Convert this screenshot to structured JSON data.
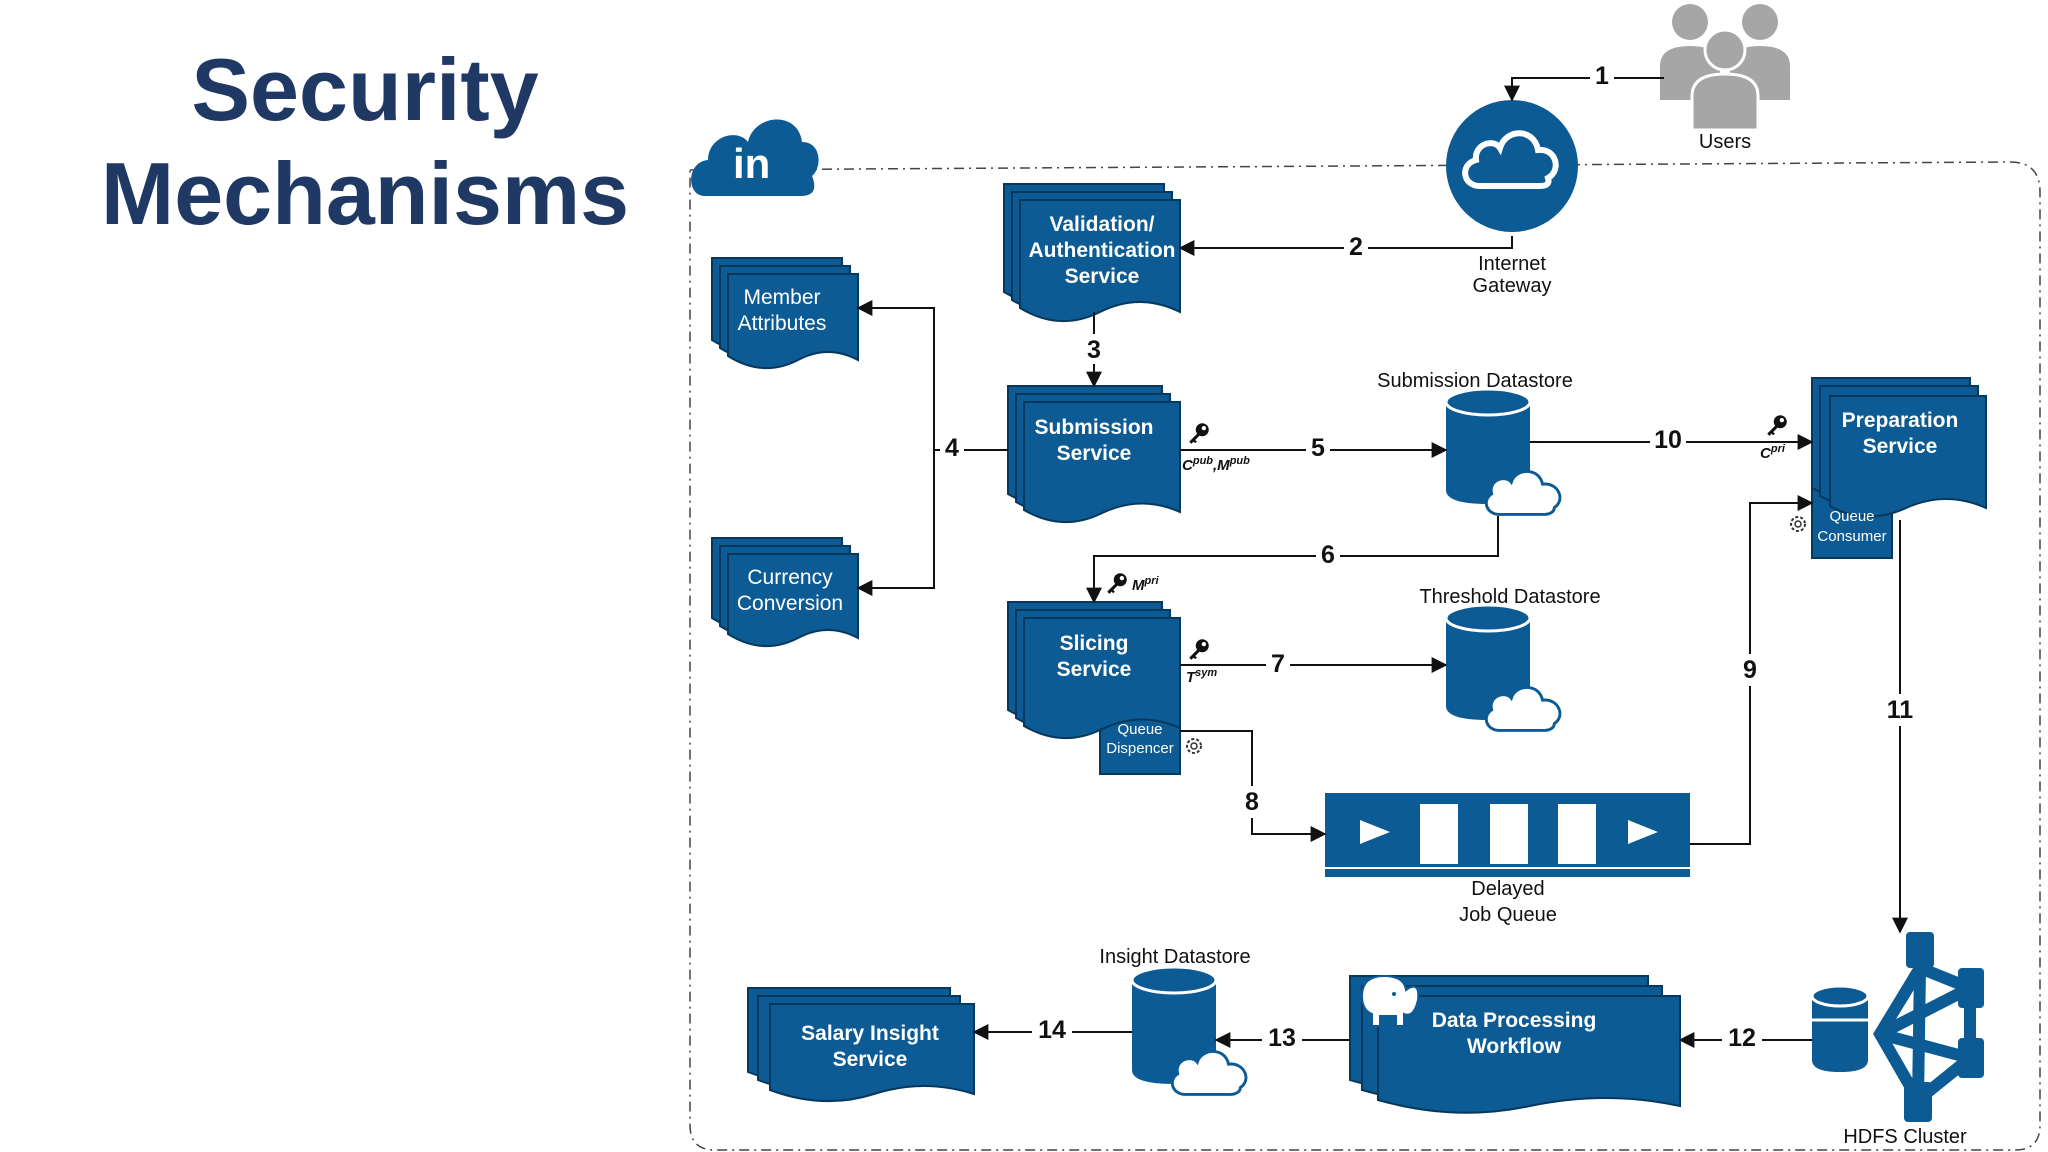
{
  "title_line1": "Security",
  "title_line2": "Mechanisms",
  "nodes": {
    "users": "Users",
    "gateway": [
      "Internet",
      "Gateway"
    ],
    "validation": [
      "Validation/",
      "Authentication",
      "Service"
    ],
    "member": [
      "Member",
      "Attributes"
    ],
    "currency": [
      "Currency",
      "Conversion"
    ],
    "submission": [
      "Submission",
      "Service"
    ],
    "submission_ds": "Submission Datastore",
    "preparation": [
      "Preparation",
      "Service"
    ],
    "queue_consumer": [
      "Queue",
      "Consumer"
    ],
    "slicing": [
      "Slicing",
      "Service"
    ],
    "queue_dispencer": [
      "Queue",
      "Dispencer"
    ],
    "threshold_ds": "Threshold Datastore",
    "delayed_queue": [
      "Delayed",
      "Job Queue"
    ],
    "insight_ds": "Insight Datastore",
    "salary": [
      "Salary Insight",
      "Service"
    ],
    "dataproc": [
      "Data Processing",
      "Workflow"
    ],
    "hdfs": "HDFS Cluster"
  },
  "keys": {
    "cpub_mpub": "C",
    "cpub_sup": "pub",
    "mpub": ",M",
    "mpub_sup": "pub",
    "cpri": "C",
    "cpri_sup": "pri",
    "mpri": "M",
    "mpri_sup": "pri",
    "tsym": "T",
    "tsym_sup": "sym"
  },
  "steps": [
    "1",
    "2",
    "3",
    "4",
    "5",
    "6",
    "7",
    "8",
    "9",
    "10",
    "11",
    "12",
    "13",
    "14"
  ],
  "colors": {
    "primary": "#0c5b94",
    "dark": "#06385e",
    "title": "#1f3864",
    "users_gray": "#a6a6a6"
  },
  "icons": {
    "logo": "linkedin-cloud-icon",
    "users": "users-group-icon",
    "gateway": "cloud-icon",
    "gear": "gear-icon",
    "key": "key-icon",
    "hadoop": "elephant-icon"
  }
}
